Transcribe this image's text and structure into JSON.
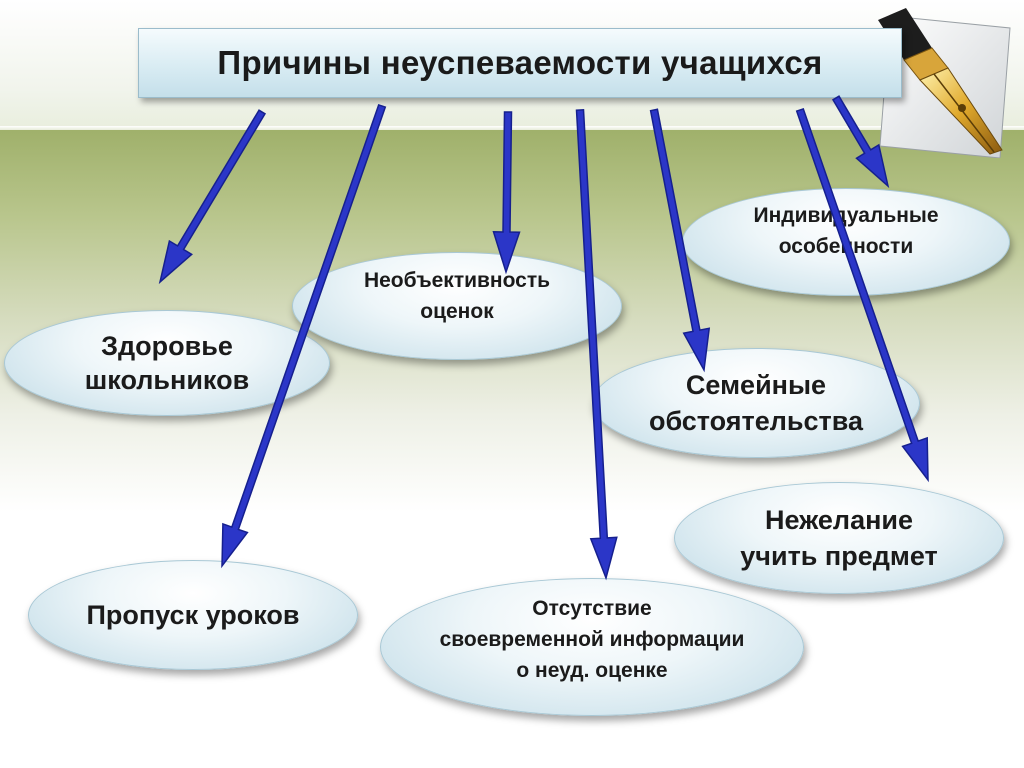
{
  "title": "Причины неуспеваемости учащихся",
  "nodes": {
    "health": "Здоровье\nшкольников",
    "bias": "Необъективность\nоценок",
    "individual": "Индивидуальные\nособенности",
    "family": "Семейные\nобстоятельства",
    "absence": "Пропуск уроков",
    "info": "Отсутствие\nсвоевременной информации\nо  неуд. оценке",
    "unwilling": "Нежелание\nучить предмет"
  },
  "colors": {
    "arrow": "#2b36c8",
    "arrow_dark": "#16208e",
    "background_green": "#9fb06a",
    "oval_fill": "#d3e6ee",
    "title_fill": "#d9ecf3"
  }
}
